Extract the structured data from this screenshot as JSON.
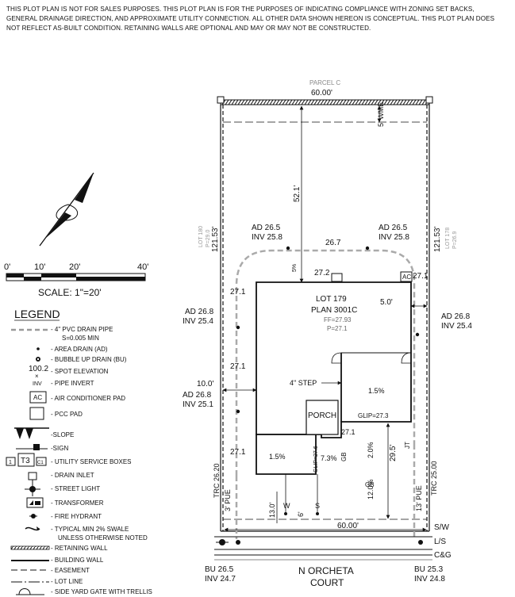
{
  "disclaimer": "THIS PLOT PLAN IS NOT FOR SALES PURPOSES. THIS PLOT PLAN IS FOR THE PURPOSES OF INDICATING COMPLIANCE WITH ZONING SET BACKS, GENERAL DRAINAGE DIRECTION, AND APPROXIMATE UTILITY CONNECTION. ALL OTHER DATA SHOWN HEREON IS CONCEPTUAL. THIS PLOT PLAN DOES NOT REFLECT AS-BUILT CONDITION. RETAINING WALLS ARE OPTIONAL AND MAY OR MAY NOT BE CONSTRUCTED.",
  "scale": {
    "ticks": [
      "0'",
      "10'",
      "20'",
      "40'"
    ],
    "label": "SCALE:  1\"=20'"
  },
  "legend": {
    "title": "LEGEND",
    "items": [
      {
        "label": "- 4\" PVC DRAIN PIPE",
        "sub": "S=0.005 MIN"
      },
      {
        "label": "- AREA DRAIN (AD)"
      },
      {
        "label": "- BUBBLE UP DRAIN (BU)"
      },
      {
        "label": "- SPOT ELEVATION",
        "symbol_top": "100.2",
        "symbol_bottom": "INV"
      },
      {
        "label": "- PIPE INVERT"
      },
      {
        "label": "- AIR CONDITIONER PAD",
        "symbol": "AC"
      },
      {
        "label": "- PCC PAD"
      },
      {
        "label": "-SLOPE"
      },
      {
        "label": "-SIGN"
      },
      {
        "label": "- UTILITY SERVICE BOXES",
        "box_left": "1",
        "box_mid": "T3",
        "box_right": "C1"
      },
      {
        "label": "- DRAIN INLET"
      },
      {
        "label": "- STREET LIGHT"
      },
      {
        "label": "- TRANSFORMER"
      },
      {
        "label": "- FIRE HYDRANT"
      },
      {
        "label": "- TYPICAL MIN 2% SWALE",
        "sub": "UNLESS OTHERWISE NOTED"
      },
      {
        "label": "- RETAINING WALL"
      },
      {
        "label": "- BUILDING WALL"
      },
      {
        "label": "- EASEMENT"
      },
      {
        "label": "- LOT LINE"
      },
      {
        "label": "- SIDE YARD GATE WITH TRELLIS"
      }
    ]
  },
  "plan": {
    "parcel": "PARCEL C",
    "top_width": "60.00'",
    "bottom_width": "60.00'",
    "wme": "5' WME",
    "rear_setback": "52.1'",
    "left_lot": "LOT 180",
    "left_lot_p": "P=29.0",
    "right_lot": "LOT 178",
    "right_lot_p": "P=26.9",
    "left_depth": "121.53'",
    "right_depth": "121.53'",
    "lot_number": "LOT 179",
    "plan_number": "PLAN 3001C",
    "ff": "FF=27.93",
    "pad": "P=27.1",
    "right_setback": "5.0'",
    "left_setback": "10.0'",
    "step_label": "4\" STEP",
    "porch": "PORCH",
    "ac": "AC",
    "glip1": "GLIP=27.3",
    "glip2": "GLIP=27.6",
    "garage_setback": "29.5'",
    "trc_left": "TRC 26.20",
    "trc_right": "TRC 25.00",
    "pue_left": "3' PUE",
    "pue_right": "13' PUE",
    "dim_13": "13.0'",
    "dim_6": "6'",
    "w_label": "W",
    "s_label": "S",
    "gb1": "GB",
    "gb2": "GB",
    "slope_73": "7.3%",
    "slope_20": "2.0%",
    "slope_120": "12.0%",
    "slope_15a": "1.5%",
    "slope_15b": "1.5%",
    "slope_5": "5%",
    "jt": "JT",
    "spots": {
      "s1": "26.7",
      "s2": "27.2",
      "s3": "27.1",
      "s4": "27.1",
      "s5": "27.1",
      "s6": "27.1",
      "s7": "27.1"
    },
    "drains": [
      {
        "ad": "AD 26.5",
        "inv": "INV 25.8"
      },
      {
        "ad": "AD 26.5",
        "inv": "INV 25.8"
      },
      {
        "ad": "AD 26.8",
        "inv": "INV 25.4"
      },
      {
        "ad": "AD 26.8",
        "inv": "INV 25.4"
      },
      {
        "ad": "AD 26.8",
        "inv": "INV 25.1"
      }
    ],
    "bu_left": {
      "bu": "BU 26.5",
      "inv": "INV 24.7"
    },
    "bu_right": {
      "bu": "BU 25.3",
      "inv": "INV 24.8"
    },
    "street_labels": [
      "S/W",
      "L/S",
      "C&G"
    ],
    "street_name_1": "N  ORCHETA",
    "street_name_2": "COURT"
  }
}
